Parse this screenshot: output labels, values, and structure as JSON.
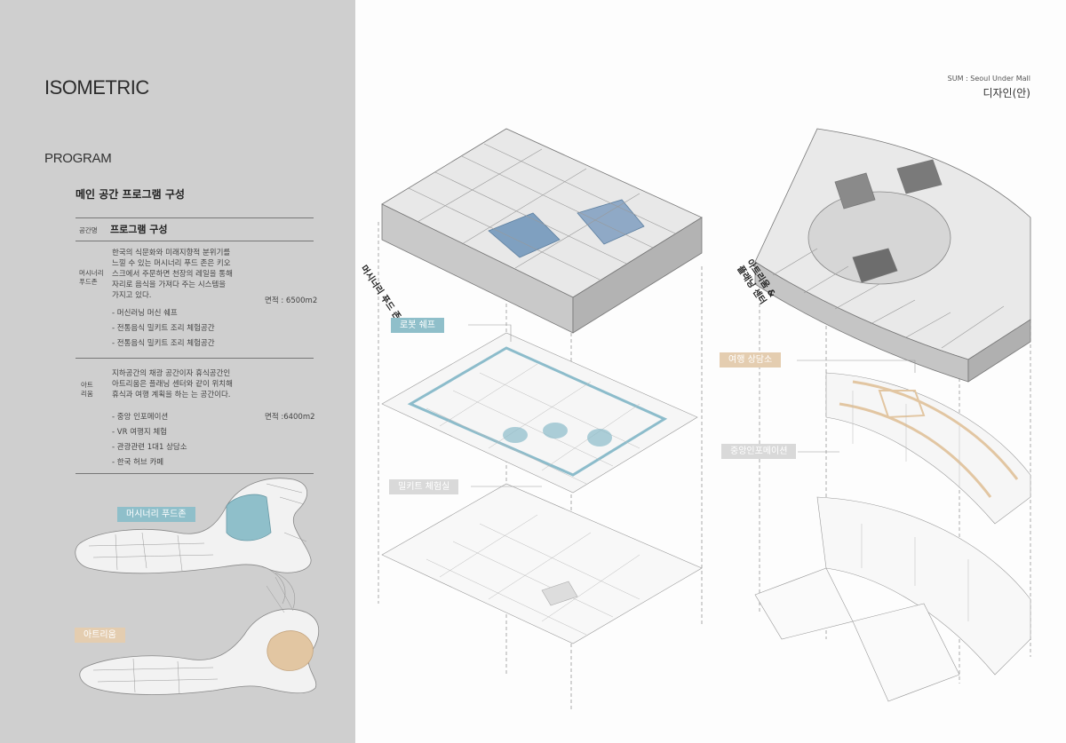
{
  "left": {
    "title": "ISOMETRIC",
    "program_heading": "PROGRAM",
    "main_heading": "메인 공간 프로그램 구성",
    "table": {
      "col_space": "공간명",
      "col_program": "프로그램 구성",
      "rows": [
        {
          "name_line1": "머시너리",
          "name_line2": "푸드존",
          "desc": [
            "한국의 식문화와 미래지향적 분위기를",
            "느낄 수 있는 머시너리 푸드 존은 키오",
            "스크에서 주문하면 천장의 레일을 통해",
            "자리로 음식을 가져다 주는 시스템을",
            "가지고 있다."
          ],
          "area": "면적 : 6500m2",
          "bullets": [
            "- 머신러닝 머신 쉐프",
            "- 전통음식 밀키트 조리 체험공간",
            "- 전통음식 밀키트 조리 체험공간"
          ]
        },
        {
          "name_line1": "아트",
          "name_line2": "리움",
          "desc": [
            "지하공간의 채광 공간이자 휴식공간인",
            "아트리움은 플래닝 센터와 같이 위치해",
            "휴식과 여행 계획을 하는 는 공간이다."
          ],
          "area": "면적 :6400m2",
          "bullets": [
            "- 중앙 인포메이션",
            "- VR 여행지 체험",
            "- 관광관련 1대1  상담소",
            "- 한국 허브 카페"
          ]
        }
      ]
    },
    "map_tags": {
      "foodzone": "머시너리 푸드존",
      "atrium": "아트리움"
    }
  },
  "right": {
    "sum_line": "SUM  : Seoul Under Mall",
    "sum_sub": "디자인(안)",
    "rotated_labels": {
      "foodzone": "머시너리 푸드 존",
      "atrium_line1": "아트리움 &",
      "atrium_line2": "플래닝 센터"
    },
    "tags": {
      "robot_chef": "로봇 쉐프",
      "mealkit": "밀키트 체험실",
      "travel_consult": "여행 상담소",
      "central_info": "중앙인포메이션"
    }
  },
  "colors": {
    "left_panel": "#cfcfcf",
    "blue_tag": "#8fbfca",
    "blue_plan": "#8cbccb",
    "beige_tag": "#e4cdb0",
    "beige_plan": "#e2c6a2"
  }
}
